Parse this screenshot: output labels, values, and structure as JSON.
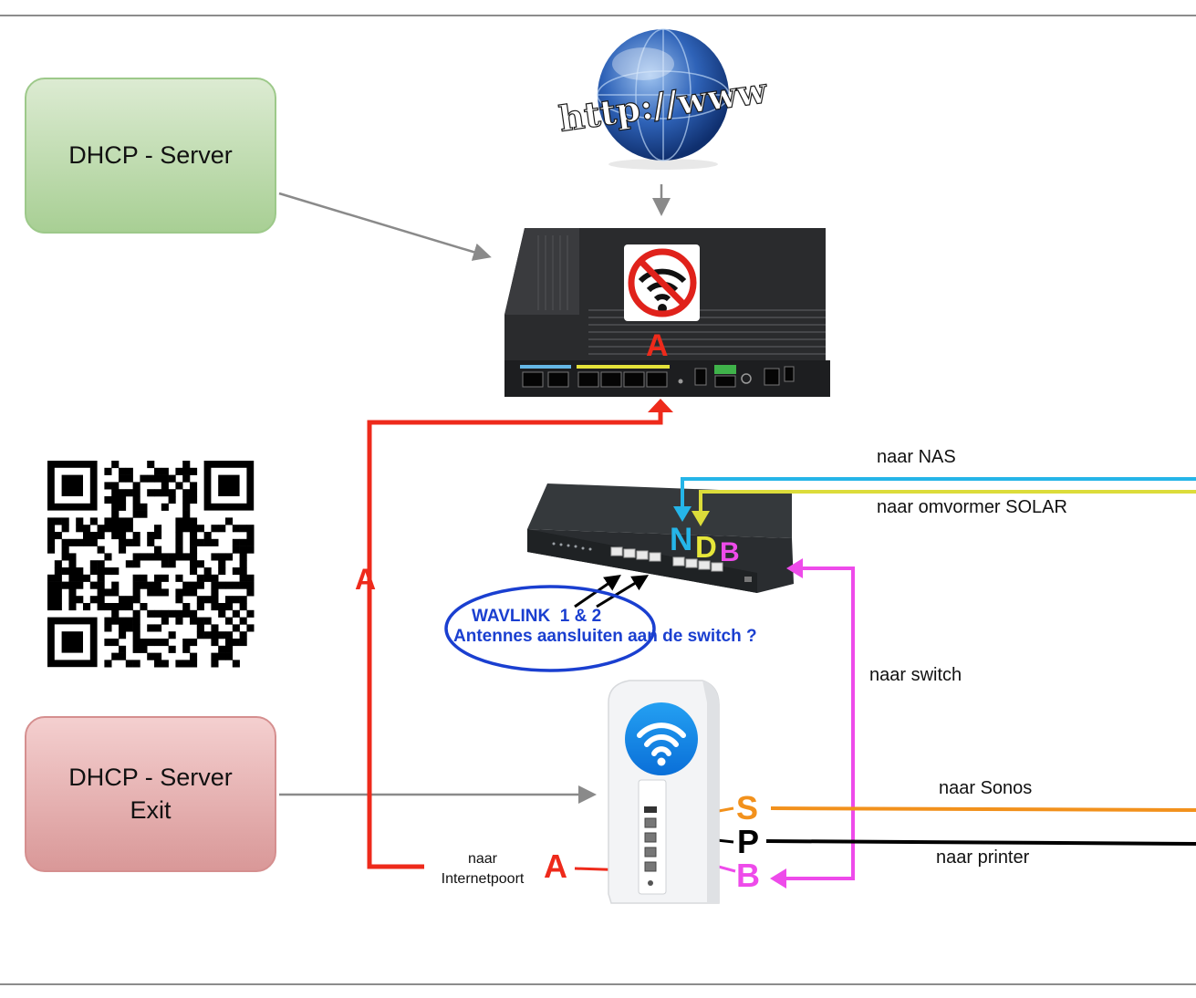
{
  "boxes": {
    "dhcp_server": "DHCP - Server",
    "dhcp_server_exit": "DHCP - Server\nExit"
  },
  "globe_text": "http://www",
  "labels": {
    "naar_nas": "naar NAS",
    "naar_solar": "naar omvormer SOLAR",
    "naar_switch": "naar switch",
    "naar_sonos": "naar Sonos",
    "naar_printer": "naar printer",
    "naar_internetpoort": "naar\nInternetpoort"
  },
  "callout": {
    "line1": "WAVLINK  1 & 2",
    "line2": "Antennes aansluiten aan de switch ?"
  },
  "letters": {
    "router_port": "A",
    "left_line": "A",
    "mesh_input": "A",
    "switch_n": "N",
    "switch_d": "D",
    "switch_b": "B",
    "mesh_s": "S",
    "mesh_p": "P",
    "mesh_b": "B"
  },
  "colors": {
    "internet_line": "#ee2a1b",
    "nas_line": "#25b5e8",
    "solar_line": "#dcdc3a",
    "switch_line": "#ee4bea",
    "sonos_line": "#f2911c",
    "printer_line": "#000000",
    "callout": "#1a3fd0",
    "arrow_gray": "#8a8a8a"
  }
}
